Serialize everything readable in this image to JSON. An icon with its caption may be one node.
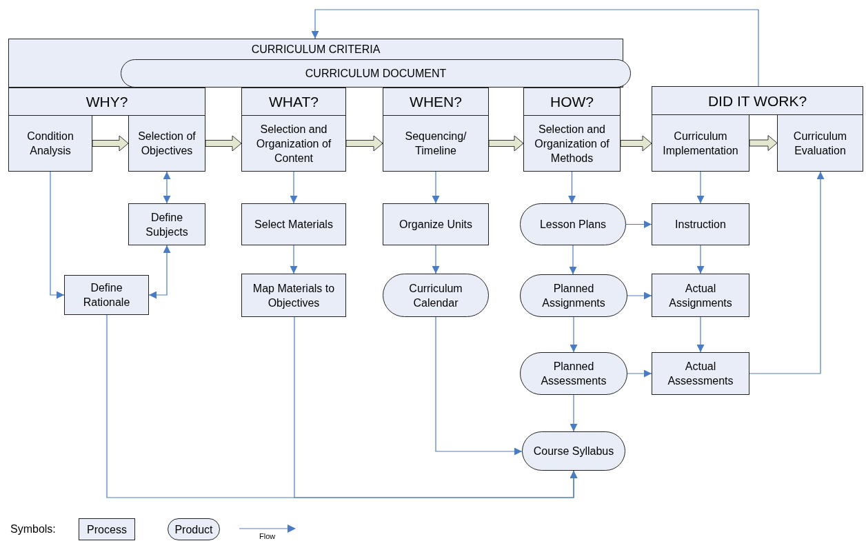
{
  "diagram": {
    "nodes": [
      {
        "text": [
          "CURRICULUM CRITERIA"
        ]
      },
      {
        "text": [
          "CURRICULUM DOCUMENT"
        ],
        "in": 0
      },
      {
        "text": [
          "WHY?"
        ]
      },
      {
        "text": [
          "WHAT?"
        ]
      },
      {
        "text": [
          "WHEN?"
        ]
      },
      {
        "text": [
          "HOW?"
        ]
      },
      {
        "text": [
          "DID IT WORK?"
        ]
      },
      {
        "text": [
          "Condition Analysis"
        ]
      },
      {
        "text": [
          "Selection of Objectives"
        ]
      },
      {
        "text": [
          "Selection and Organization of Content"
        ]
      },
      {
        "text": [
          "Sequencing/ Timeline"
        ]
      },
      {
        "text": [
          "Selection and Organization of Methods"
        ]
      },
      {
        "text": [
          "Curriculum Implementation"
        ]
      },
      {
        "text": [
          "Curriculum Evaluation"
        ]
      },
      {
        "text": [
          "Define Subjects"
        ]
      },
      {
        "text": [
          "Define Rationale"
        ]
      },
      {
        "text": [
          "Select Materials"
        ]
      },
      {
        "text": [
          "Map Materials to Objectives"
        ]
      },
      {
        "text": [
          "Organize Units"
        ]
      },
      {
        "text": [
          "Curriculum Calendar"
        ]
      },
      {
        "text": [
          "Lesson Plans"
        ]
      },
      {
        "text": [
          "Instruction"
        ]
      },
      {
        "text": [
          "Planned Assignments"
        ]
      },
      {
        "text": [
          "Actual Assignments"
        ]
      },
      {
        "text": [
          "Planned Assessments"
        ]
      },
      {
        "text": [
          "Actual Assessments"
        ]
      },
      {
        "text": [
          "Course Syllabus"
        ]
      }
    ],
    "edges": [
      {
        "from": 6,
        "to": 0,
        "arrow": "to"
      },
      {
        "from": 7,
        "to": 8,
        "arrow": "to",
        "style": "thick",
        "color": "#e3e7cf"
      },
      {
        "from": 8,
        "to": 9,
        "arrow": "to",
        "style": "thick",
        "color": "#e3e7cf"
      },
      {
        "from": 9,
        "to": 10,
        "arrow": "to",
        "style": "thick",
        "color": "#e3e7cf"
      },
      {
        "from": 10,
        "to": 11,
        "arrow": "to",
        "style": "thick",
        "color": "#e3e7cf"
      },
      {
        "from": 11,
        "to": 12,
        "arrow": "to",
        "style": "thick",
        "color": "#e3e7cf"
      },
      {
        "from": 12,
        "to": 13,
        "arrow": "to",
        "style": "thick",
        "color": "#e3e7cf"
      },
      {
        "from": 8,
        "to": 14,
        "arrow": "both"
      },
      {
        "from": 7,
        "to": 15,
        "arrow": "to"
      },
      {
        "from": 14,
        "to": 15,
        "arrow": "both"
      },
      {
        "from": 9,
        "to": 16,
        "arrow": "to"
      },
      {
        "from": 16,
        "to": 17,
        "arrow": "to"
      },
      {
        "from": 10,
        "to": 18,
        "arrow": "to"
      },
      {
        "from": 18,
        "to": 19,
        "arrow": "to"
      },
      {
        "from": 11,
        "to": 20,
        "arrow": "to"
      },
      {
        "from": 20,
        "to": 22,
        "arrow": "to"
      },
      {
        "from": 22,
        "to": 24,
        "arrow": "to"
      },
      {
        "from": 24,
        "to": 26,
        "arrow": "to"
      },
      {
        "from": 12,
        "to": 21,
        "arrow": "to"
      },
      {
        "from": 21,
        "to": 23,
        "arrow": "to"
      },
      {
        "from": 23,
        "to": 25,
        "arrow": "to"
      },
      {
        "from": 20,
        "to": 21,
        "arrow": "to"
      },
      {
        "from": 22,
        "to": 23,
        "arrow": "to"
      },
      {
        "from": 24,
        "to": 25,
        "arrow": "to"
      },
      {
        "from": 25,
        "to": 13,
        "arrow": "to"
      },
      {
        "from": 19,
        "to": 26,
        "arrow": "to"
      },
      {
        "from": 15,
        "to": 26,
        "arrow": "to"
      },
      {
        "from": 17,
        "to": 26,
        "arrow": "to"
      }
    ],
    "labels": [
      "Symbols:"
    ],
    "legend": [
      {
        "text": "Process"
      },
      {
        "text": "Product"
      },
      {
        "text": "Flow"
      }
    ]
  }
}
